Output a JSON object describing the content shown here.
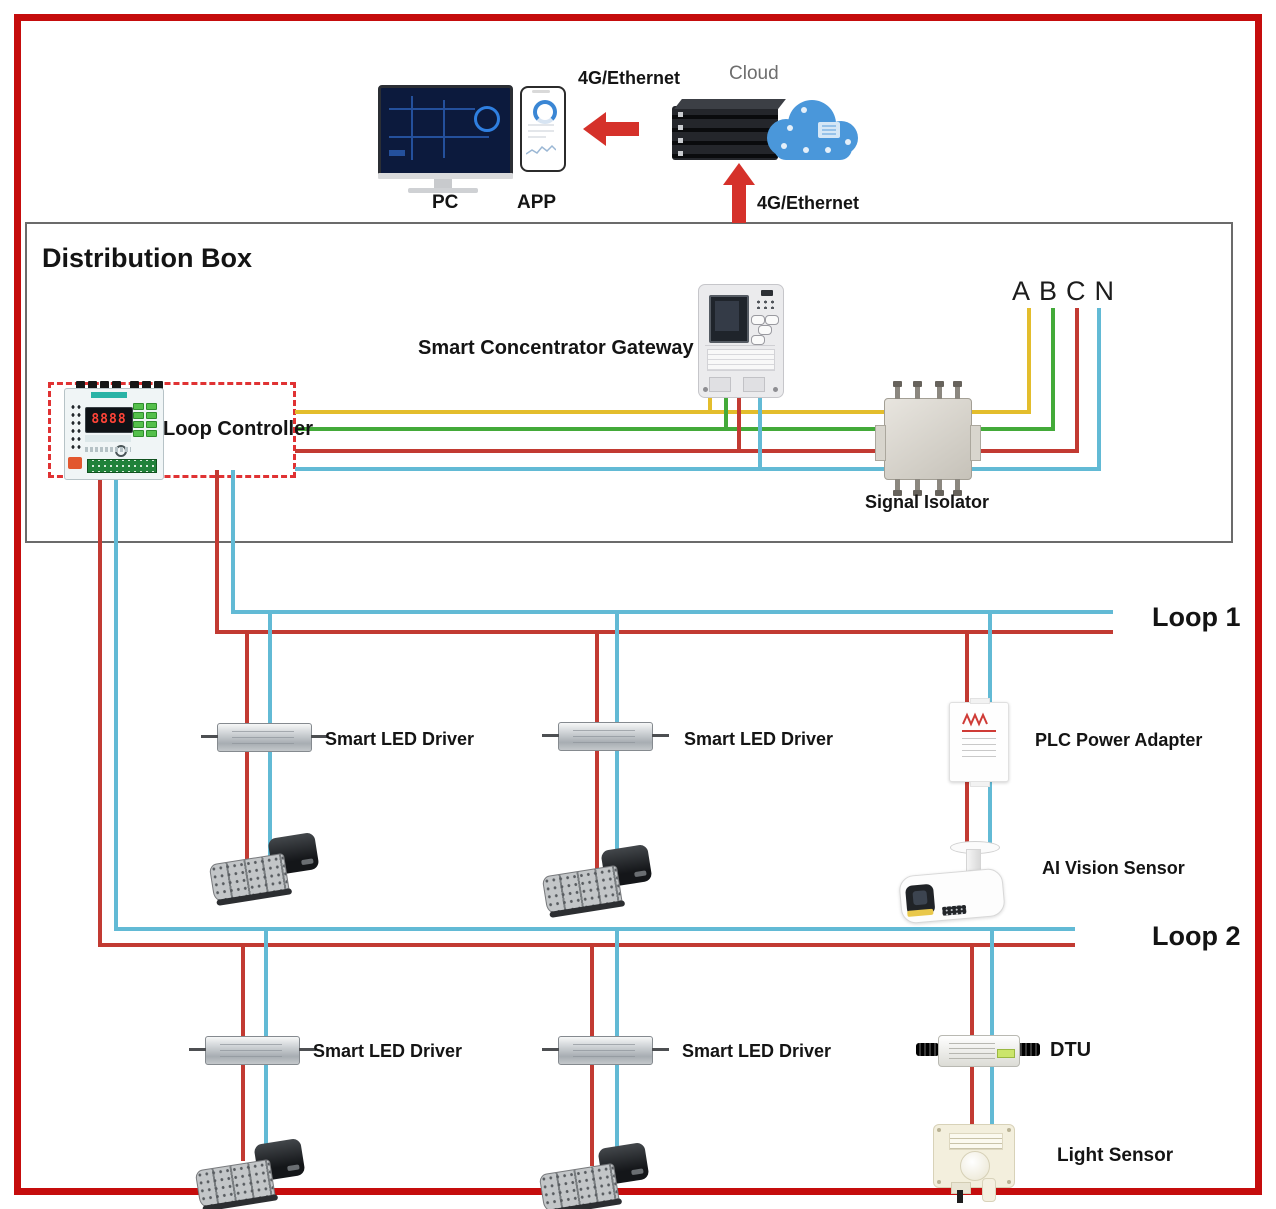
{
  "colors": {
    "wire_red": "#c23a32",
    "wire_blue": "#62bad5",
    "wire_yellow": "#e3bd2c",
    "wire_green": "#43aa39",
    "arrow_red": "#d5312a",
    "frame_red": "#c50d0d",
    "dashed_box_red": "#e03233"
  },
  "top_row": {
    "pc_label": "PC",
    "app_label": "APP",
    "cloud_label": "Cloud",
    "app_link_label": "4G/Ethernet",
    "uplink_label": "4G/Ethernet"
  },
  "distribution_box": {
    "title": "Distribution Box",
    "loop_controller_label": "Loop Controller",
    "controller_display": "8888",
    "gateway_label": "Smart Concentrator Gateway",
    "signal_isolator_label": "Signal Isolator",
    "phase_labels": [
      "A",
      "B",
      "C",
      "N"
    ]
  },
  "loop1": {
    "label": "Loop 1",
    "driver_a_label": "Smart LED Driver",
    "driver_b_label": "Smart LED Driver",
    "plc_adapter_label": "PLC Power Adapter",
    "ai_vision_label": "AI Vision Sensor"
  },
  "loop2": {
    "label": "Loop 2",
    "driver_a_label": "Smart LED Driver",
    "driver_b_label": "Smart LED Driver",
    "dtu_label": "DTU",
    "light_sensor_label": "Light Sensor"
  }
}
